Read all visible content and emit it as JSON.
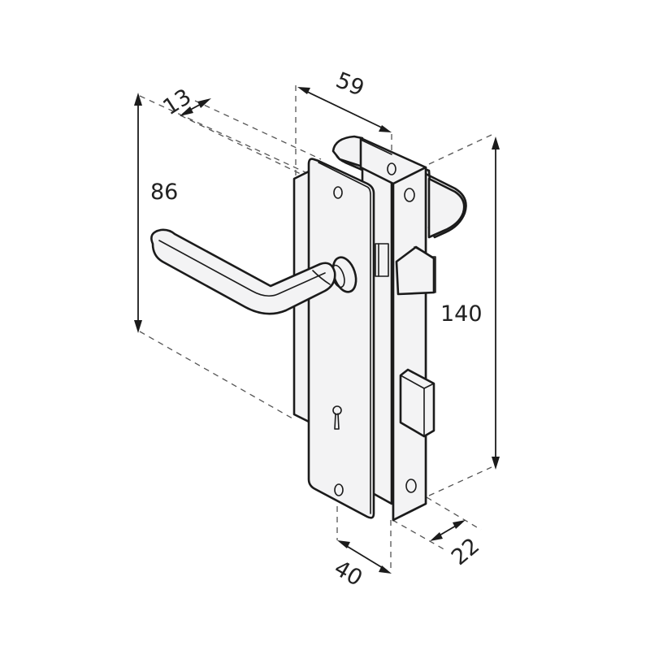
{
  "diagram": {
    "subject": "Mortice lock with lever handle on backplate",
    "units": "mm",
    "colors": {
      "line": "#1b1b1b",
      "fill": "#f3f3f4",
      "dimension_dash": "#555555",
      "background": "#ffffff"
    },
    "dimensions": {
      "handle_projection": {
        "label": "13"
      },
      "backplate_to_lock_depth": {
        "label": "59"
      },
      "handle_height": {
        "label": "86"
      },
      "lock_height": {
        "label": "140"
      },
      "backplate_width": {
        "label": "40"
      },
      "forend_width": {
        "label": "22"
      }
    },
    "components": [
      {
        "name": "lever-handle"
      },
      {
        "name": "backplate"
      },
      {
        "name": "keyhole"
      },
      {
        "name": "lock-case"
      },
      {
        "name": "forend-plate"
      },
      {
        "name": "latch-bolt"
      },
      {
        "name": "dead-bolt"
      },
      {
        "name": "strike-keep"
      }
    ]
  }
}
